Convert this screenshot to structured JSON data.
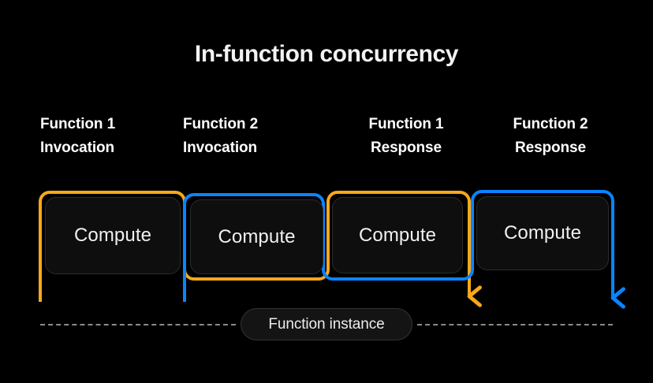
{
  "diagram": {
    "title": "In-function concurrency",
    "background_color": "#000000",
    "accent_colors": {
      "orange": "#F7A81B",
      "blue": "#0A84FF",
      "box_fill": "#0E0E0E",
      "box_border": "#2B2B2B",
      "dash_line": "#8A8A8A",
      "text": "#FFFFFF"
    },
    "column_labels": [
      {
        "line1": "Function 1",
        "line2": "Invocation",
        "align": "left",
        "flow": "orange"
      },
      {
        "line1": "Function 2",
        "line2": "Invocation",
        "align": "left",
        "flow": "blue"
      },
      {
        "line1": "Function 1",
        "line2": "Response",
        "align": "center",
        "flow": "orange"
      },
      {
        "line1": "Function 2",
        "line2": "Response",
        "align": "center",
        "flow": "blue"
      }
    ],
    "compute_boxes": [
      {
        "label": "Compute",
        "wrapped_by": "orange"
      },
      {
        "label": "Compute",
        "wrapped_by": "blue"
      },
      {
        "label": "Compute",
        "wrapped_by": "orange"
      },
      {
        "label": "Compute",
        "wrapped_by": "blue"
      }
    ],
    "lifeline": {
      "pill_label": "Function instance",
      "style": "dashed"
    },
    "arrows": [
      {
        "color": "#F7A81B",
        "direction": "down",
        "ends_at": "Function 1 Response"
      },
      {
        "color": "#0A84FF",
        "direction": "down",
        "ends_at": "Function 2 Response"
      }
    ]
  }
}
